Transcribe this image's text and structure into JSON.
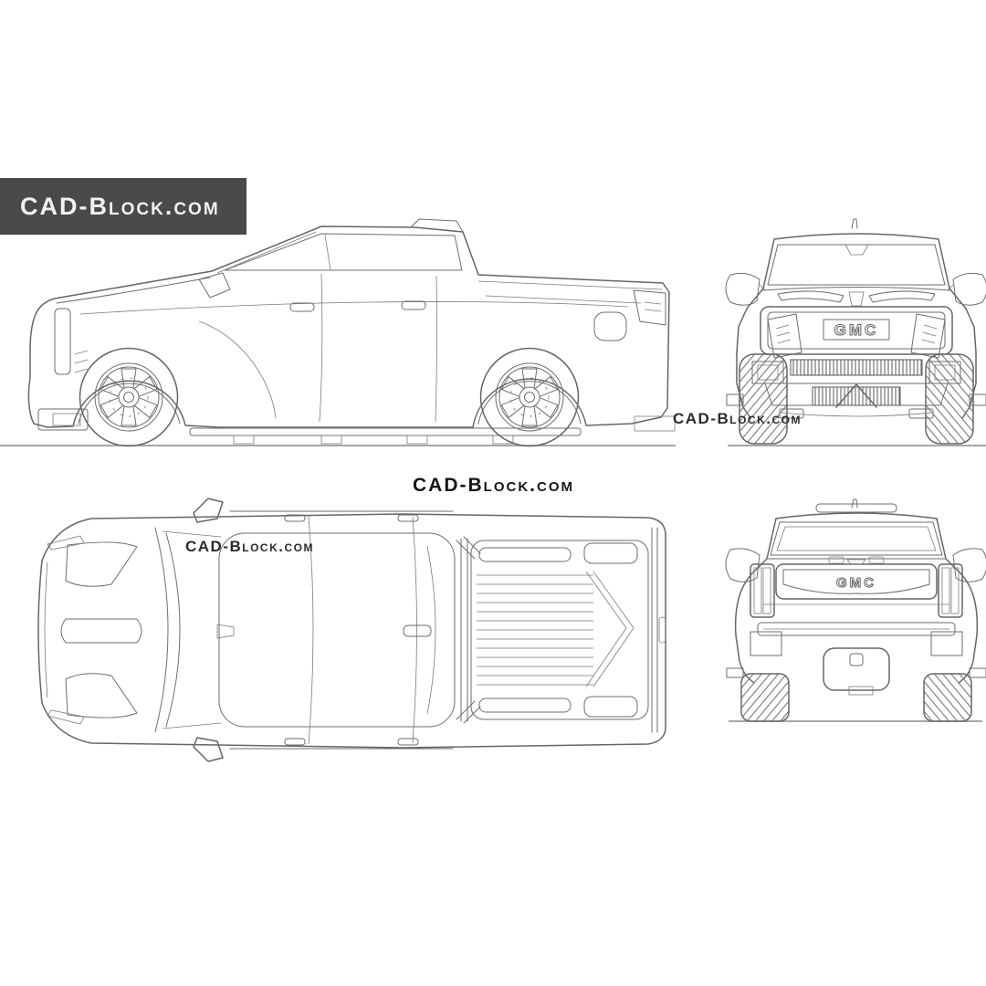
{
  "branding": {
    "banner_text": "CAD-Block.com",
    "front_view_watermark": "CAD-Block.com",
    "center_watermark": "CAD-Block.com",
    "top_view_watermark": "CAD-Block.com"
  },
  "badges": {
    "front_grille": "GMC",
    "tailgate": "GMC"
  },
  "colors": {
    "background": "#ffffff",
    "line": "#666666",
    "banner_background": "#4a4a4a",
    "banner_text": "#f2f2f2",
    "watermark_text": "#2b2b2b",
    "ground_line": "#8a8a8a"
  }
}
